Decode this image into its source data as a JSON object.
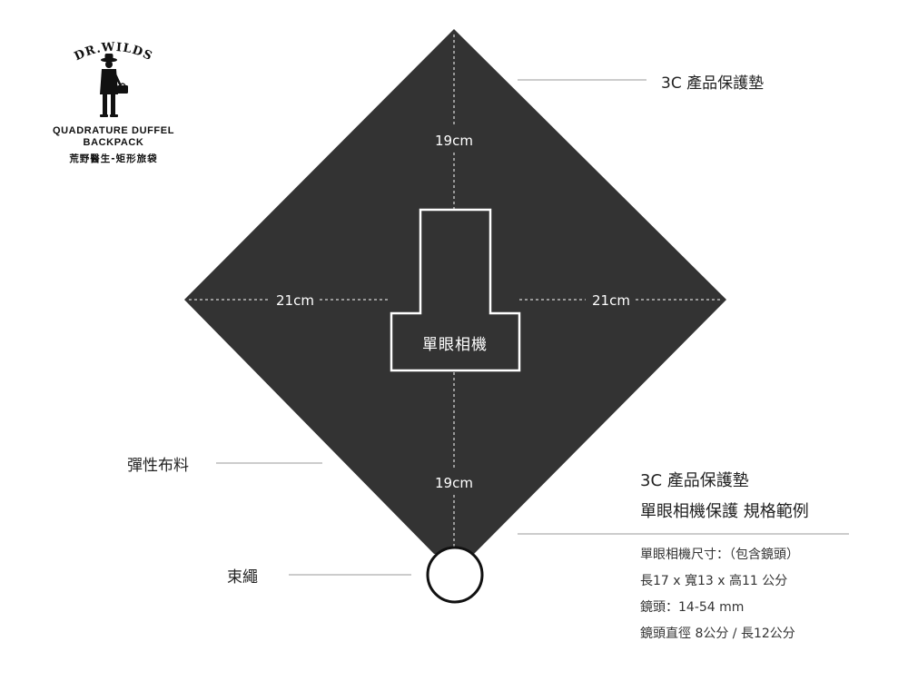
{
  "logo": {
    "brand": "DR.WILDS",
    "line1": "QUADRATURE DUFFEL",
    "line2": "BACKPACK",
    "line3": "荒野醫生-矩形旅袋"
  },
  "diagram": {
    "top_dimension": "19cm",
    "bottom_dimension": "19cm",
    "left_dimension": "21cm",
    "right_dimension": "21cm",
    "camera_label": "單眼相機",
    "callout_pad": "3C 產品保護墊",
    "callout_fabric": "彈性布料",
    "callout_cord": "束繩"
  },
  "spec": {
    "title_line1": "3C 產品保護墊",
    "title_line2": "單眼相機保護 規格範例",
    "lines": [
      "單眼相機尺寸：（包含鏡頭）",
      "長17 x 寬13 x 高11 公分",
      "鏡頭：14-54 mm",
      "鏡頭直徑 8公分 / 長12公分"
    ]
  },
  "colors": {
    "pad_fill": "#333333",
    "accent_white": "#ffffff",
    "line_gray": "#999999"
  }
}
